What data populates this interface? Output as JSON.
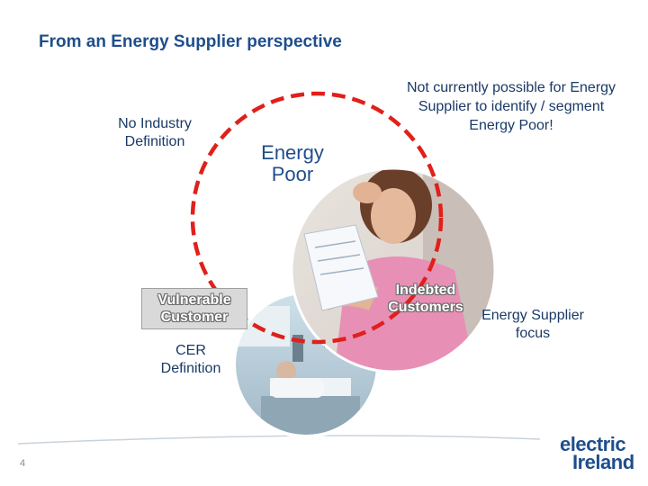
{
  "slide": {
    "title": "From an Energy Supplier perspective",
    "page_number": "4"
  },
  "labels": {
    "no_industry_line1": "No Industry",
    "no_industry_line2": "Definition",
    "energy_poor_line1": "Energy",
    "energy_poor_line2": "Poor",
    "not_possible_line1": "Not currently possible for Energy",
    "not_possible_line2": "Supplier to identify / segment",
    "not_possible_line3": "Energy Poor!",
    "vulnerable_line1": "Vulnerable",
    "vulnerable_line2": "Customer",
    "cer_line1": "CER",
    "cer_line2": "Definition",
    "indebted_line1": "Indebted",
    "indebted_line2": "Customers",
    "es_focus_line1": "Energy Supplier",
    "es_focus_line2": "focus"
  },
  "logo": {
    "line1": "electric",
    "line2": "Ireland"
  },
  "colors": {
    "title": "#1f4e8c",
    "dashed_circle": "#e0201b",
    "logo": "#1f4e8c"
  }
}
